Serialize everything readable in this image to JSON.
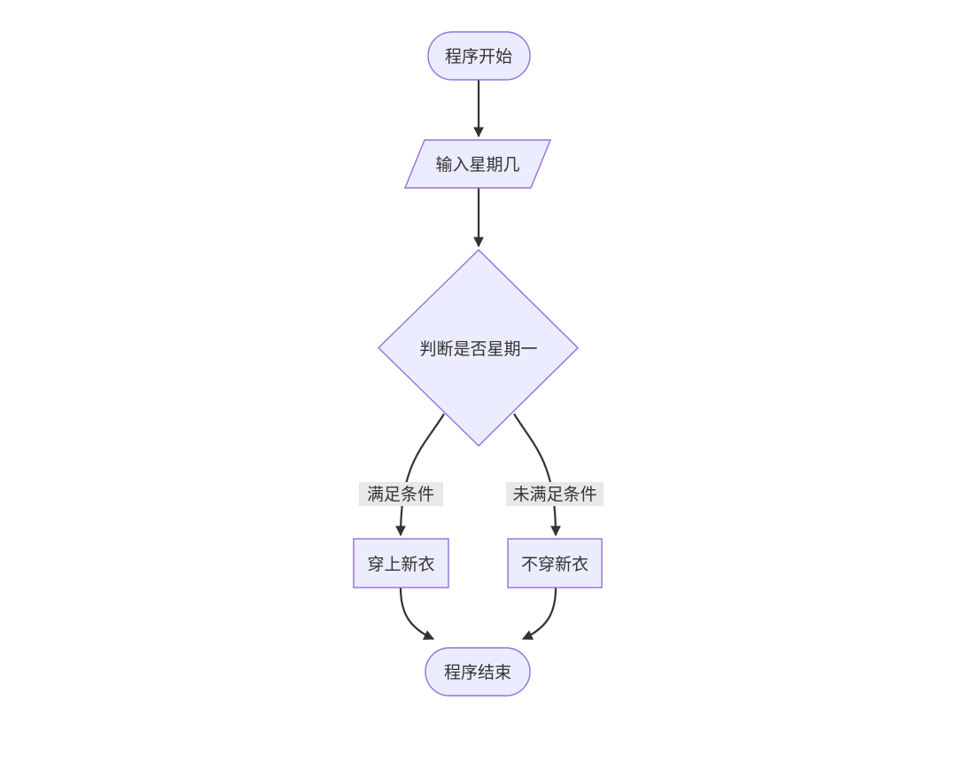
{
  "diagram": {
    "type": "flowchart",
    "direction": "top-down",
    "nodes": [
      {
        "id": "start",
        "shape": "stadium",
        "label": "程序开始"
      },
      {
        "id": "input",
        "shape": "parallelogram",
        "label": "输入星期几"
      },
      {
        "id": "decision",
        "shape": "diamond",
        "label": "判断是否星期一"
      },
      {
        "id": "wear",
        "shape": "rectangle",
        "label": "穿上新衣"
      },
      {
        "id": "nowear",
        "shape": "rectangle",
        "label": "不穿新衣"
      },
      {
        "id": "end",
        "shape": "stadium",
        "label": "程序结束"
      }
    ],
    "edges": [
      {
        "from": "start",
        "to": "input",
        "label": ""
      },
      {
        "from": "input",
        "to": "decision",
        "label": ""
      },
      {
        "from": "decision",
        "to": "wear",
        "label": "满足条件"
      },
      {
        "from": "decision",
        "to": "nowear",
        "label": "未满足条件"
      },
      {
        "from": "wear",
        "to": "end",
        "label": ""
      },
      {
        "from": "nowear",
        "to": "end",
        "label": ""
      }
    ],
    "colors": {
      "node_fill": "#ECECFF",
      "node_border": "#9370DB",
      "edge_stroke": "#333333",
      "text": "#333333",
      "edge_label_bg": "#e8e8e8",
      "background": "#ffffff"
    }
  }
}
